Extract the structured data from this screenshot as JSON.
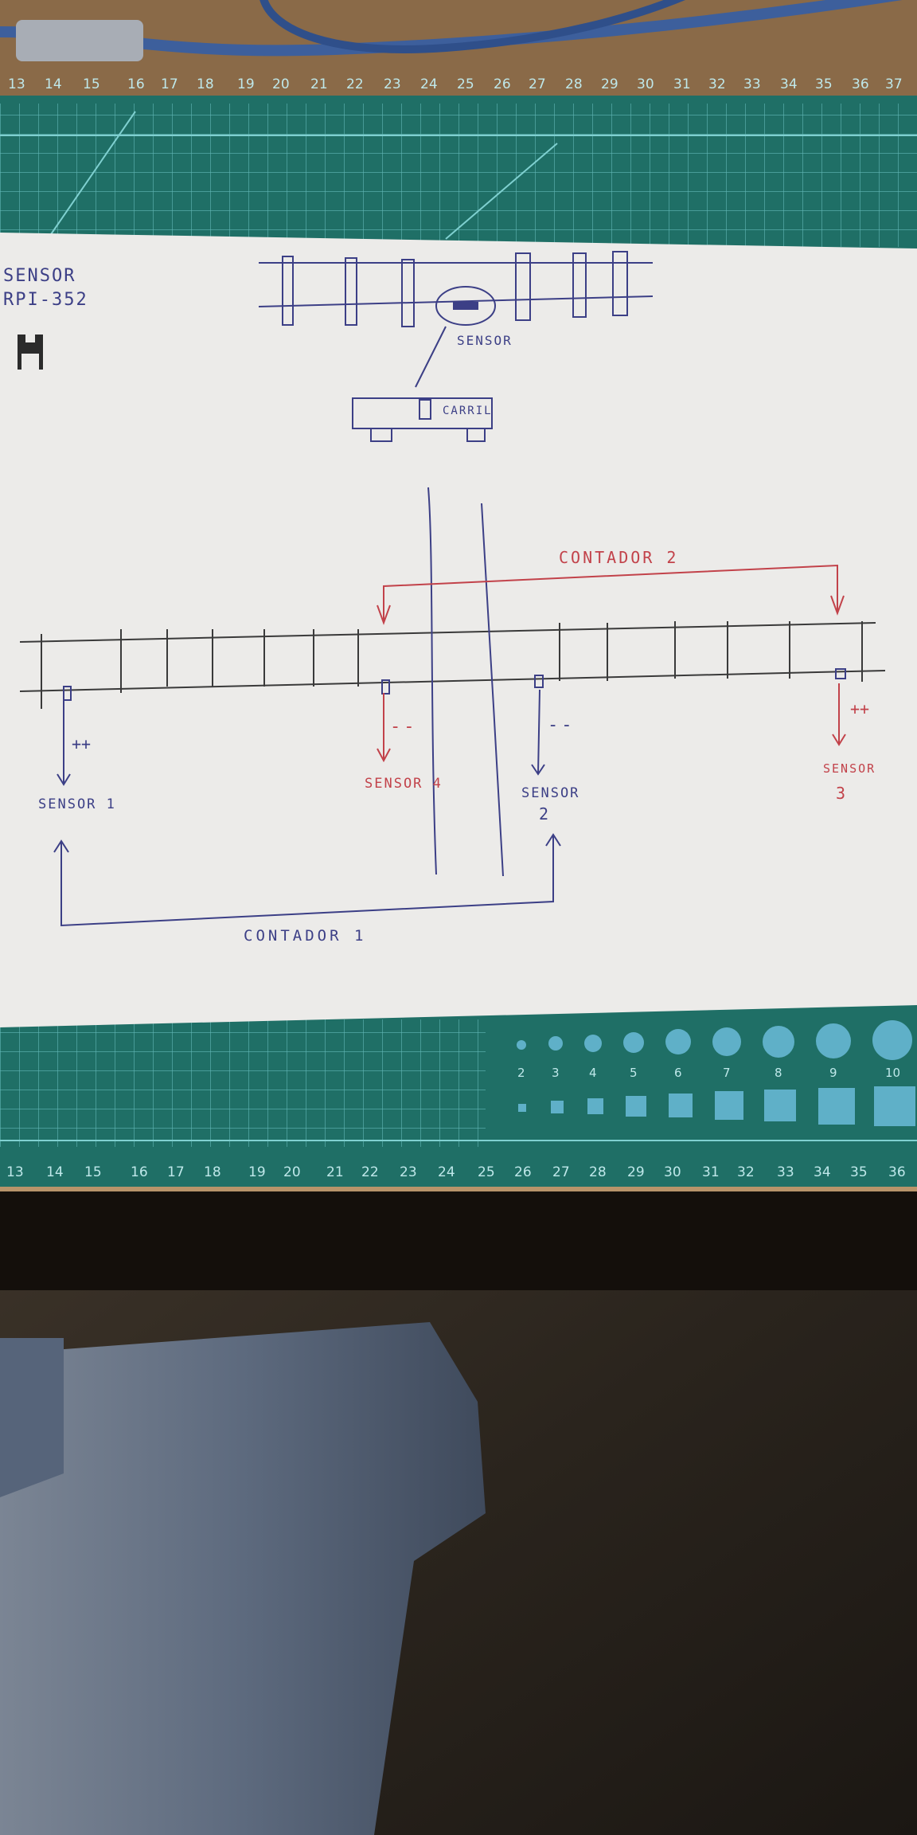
{
  "ruler": {
    "top_numbers": [
      "13",
      "14",
      "15",
      "16",
      "17",
      "18",
      "19",
      "20",
      "21",
      "22",
      "23",
      "24",
      "25",
      "26",
      "27",
      "28",
      "29",
      "30",
      "31",
      "32",
      "33",
      "34",
      "35",
      "36",
      "37"
    ],
    "bottom_numbers": [
      "13",
      "14",
      "15",
      "16",
      "17",
      "18",
      "19",
      "20",
      "21",
      "22",
      "23",
      "24",
      "25",
      "26",
      "27",
      "28",
      "29",
      "30",
      "31",
      "32",
      "33",
      "34",
      "35",
      "36"
    ],
    "circle_labels": [
      "2",
      "3",
      "4",
      "5",
      "6",
      "7",
      "8",
      "9",
      "10"
    ]
  },
  "sketch": {
    "sensor_title": "SENSOR",
    "sensor_model": "RPI-352",
    "sensor_label": "SENSOR",
    "carril_label": "CARRIL",
    "contador2": "CONTADOR 2",
    "contador1": "CONTADOR 1",
    "sensor1": "SENSOR 1",
    "sensor2_line1": "SENSOR",
    "sensor2_line2": "2",
    "sensor3_line1": "SENSOR",
    "sensor3_line2": "3",
    "sensor4": "SENSOR 4",
    "plus_plus": "++",
    "minus_minus": "--"
  },
  "colors": {
    "mat": "#1f6f66",
    "mat_grid": "#7fd0d0",
    "paper": "#ecebe9",
    "ink_blue": "#3c3f86",
    "ink_red": "#c2424a"
  }
}
